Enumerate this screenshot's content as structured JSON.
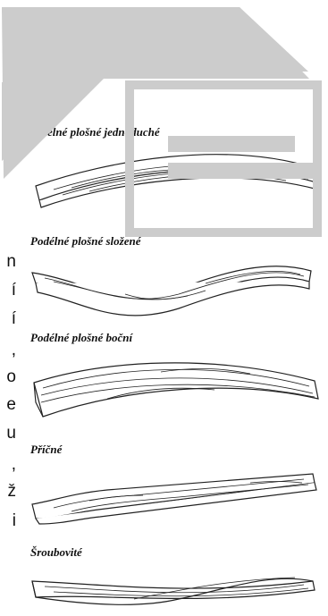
{
  "figure": {
    "captions": [
      "Podélné plošné jednoduché",
      "Podélné plošné složené",
      "Podélné plošné boční",
      "Příčné",
      "Šroubovité"
    ],
    "edge_text": [
      "n",
      "í",
      "í",
      ",",
      "o",
      "e",
      "u",
      ",",
      "ž",
      "i"
    ]
  },
  "colors": {
    "overlay_gray": "#cccccc",
    "ink": "#111111"
  }
}
